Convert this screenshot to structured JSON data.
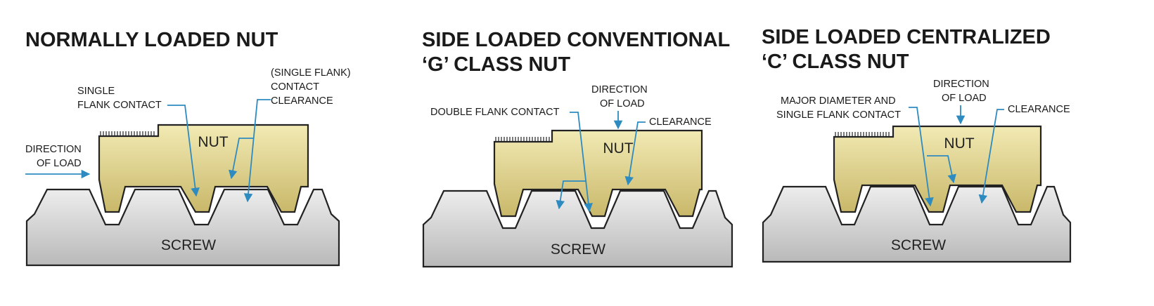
{
  "colors": {
    "nut_fill_top": "#F2EAB4",
    "nut_fill_bottom": "#C9B86A",
    "screw_fill_top": "#EDEDED",
    "screw_fill_bottom": "#B9B9B9",
    "leader": "#2E8BC0",
    "outline": "#222222"
  },
  "panels": [
    {
      "title_lines": [
        "NORMALLY LOADED NUT"
      ],
      "nut_label": "NUT",
      "screw_label": "SCREW",
      "callouts": [
        {
          "lines": [
            "SINGLE",
            "FLANK CONTACT"
          ]
        },
        {
          "lines": [
            "(SINGLE FLANK)",
            "CONTACT",
            "CLEARANCE"
          ]
        },
        {
          "lines": [
            "DIRECTION",
            "OF LOAD"
          ]
        }
      ]
    },
    {
      "title_lines": [
        "SIDE LOADED CONVENTIONAL",
        "‘G’ CLASS NUT"
      ],
      "nut_label": "NUT",
      "screw_label": "SCREW",
      "callouts": [
        {
          "lines": [
            "DOUBLE FLANK CONTACT"
          ]
        },
        {
          "lines": [
            "DIRECTION",
            "OF LOAD"
          ]
        },
        {
          "lines": [
            "CLEARANCE"
          ]
        }
      ]
    },
    {
      "title_lines": [
        "SIDE LOADED CENTRALIZED",
        "‘C’ CLASS NUT"
      ],
      "nut_label": "NUT",
      "screw_label": "SCREW",
      "callouts": [
        {
          "lines": [
            "MAJOR DIAMETER AND",
            "SINGLE FLANK CONTACT"
          ]
        },
        {
          "lines": [
            "DIRECTION",
            "OF LOAD"
          ]
        },
        {
          "lines": [
            "CLEARANCE"
          ]
        }
      ]
    }
  ]
}
